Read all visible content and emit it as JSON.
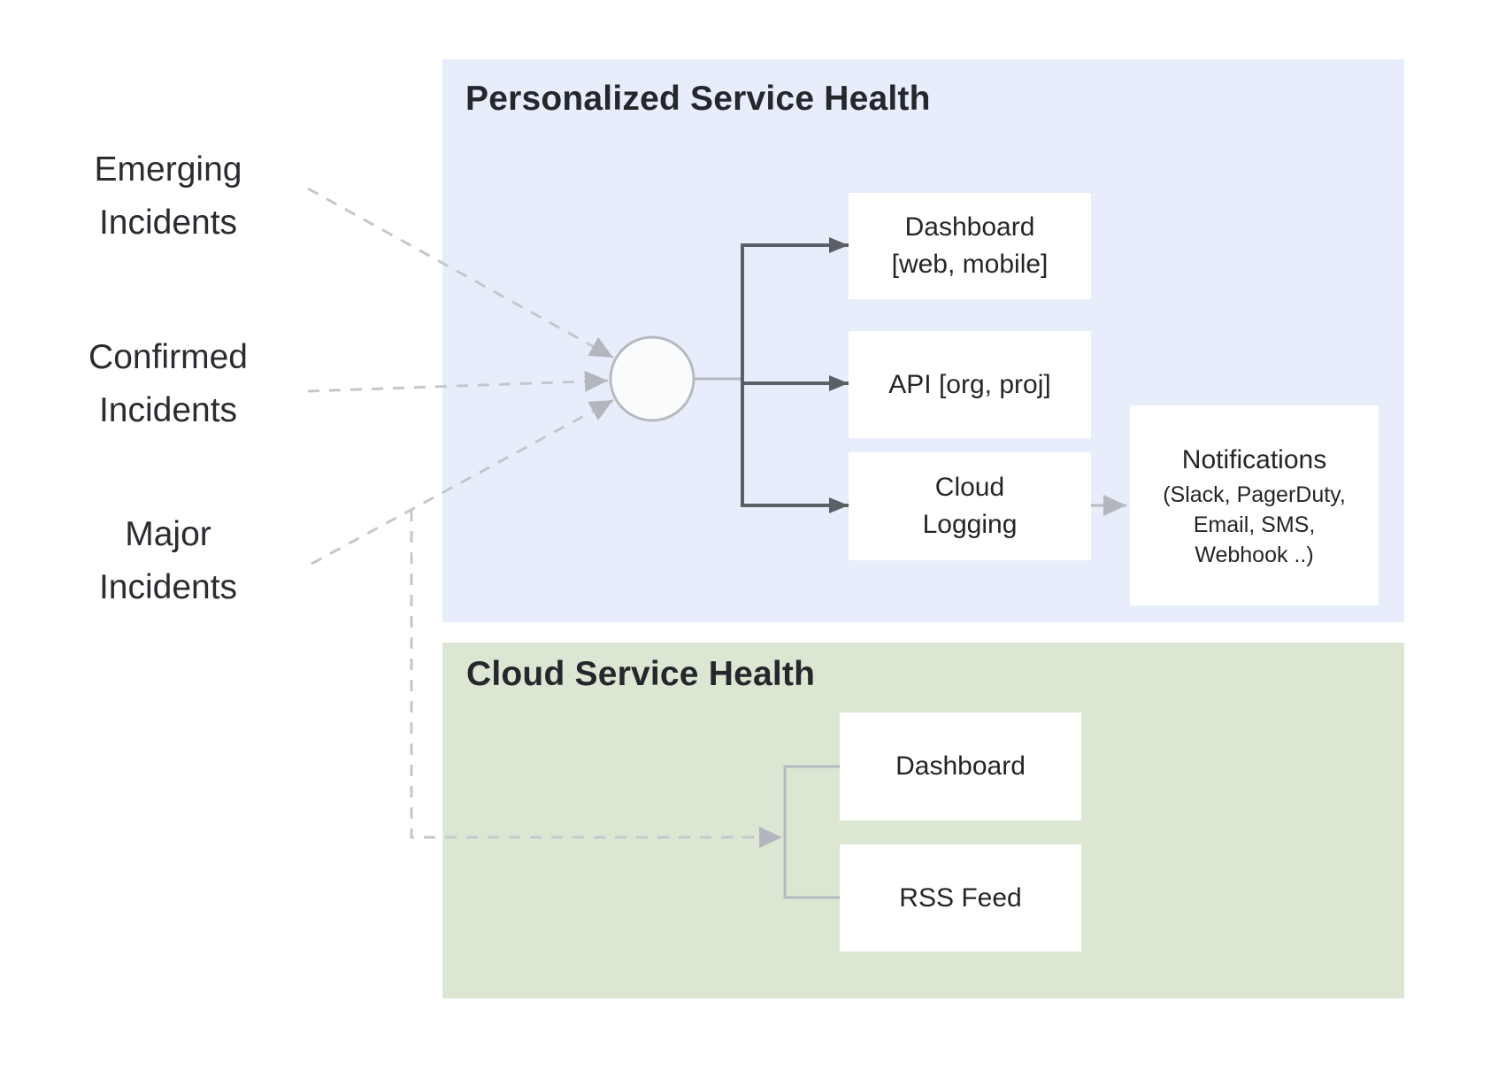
{
  "inputs": {
    "emerging": "Emerging\nIncidents",
    "confirmed": "Confirmed\nIncidents",
    "major": "Major\nIncidents"
  },
  "personalized": {
    "title": "Personalized Service Health",
    "bg_color": "#e8edfb",
    "dashboard": "Dashboard\n[web, mobile]",
    "api": "API [org, proj]",
    "cloud_logging": "Cloud\nLogging",
    "notifications": {
      "title": "Notifications",
      "subtitle": "(Slack, PagerDuty,\nEmail, SMS,\nWebhook ..)"
    }
  },
  "cloud": {
    "title": "Cloud Service Health",
    "bg_color": "#dce7d3",
    "dashboard": "Dashboard",
    "rss": "RSS Feed"
  },
  "colors": {
    "personalized_bg": "#e8edfb",
    "cloud_bg": "#dce7d3",
    "node_bg": "#ffffff",
    "dark_connector": "#5b6067",
    "light_connector": "#b6bac0",
    "dashed_connector": "#c4c8cd",
    "text": "#232629"
  }
}
